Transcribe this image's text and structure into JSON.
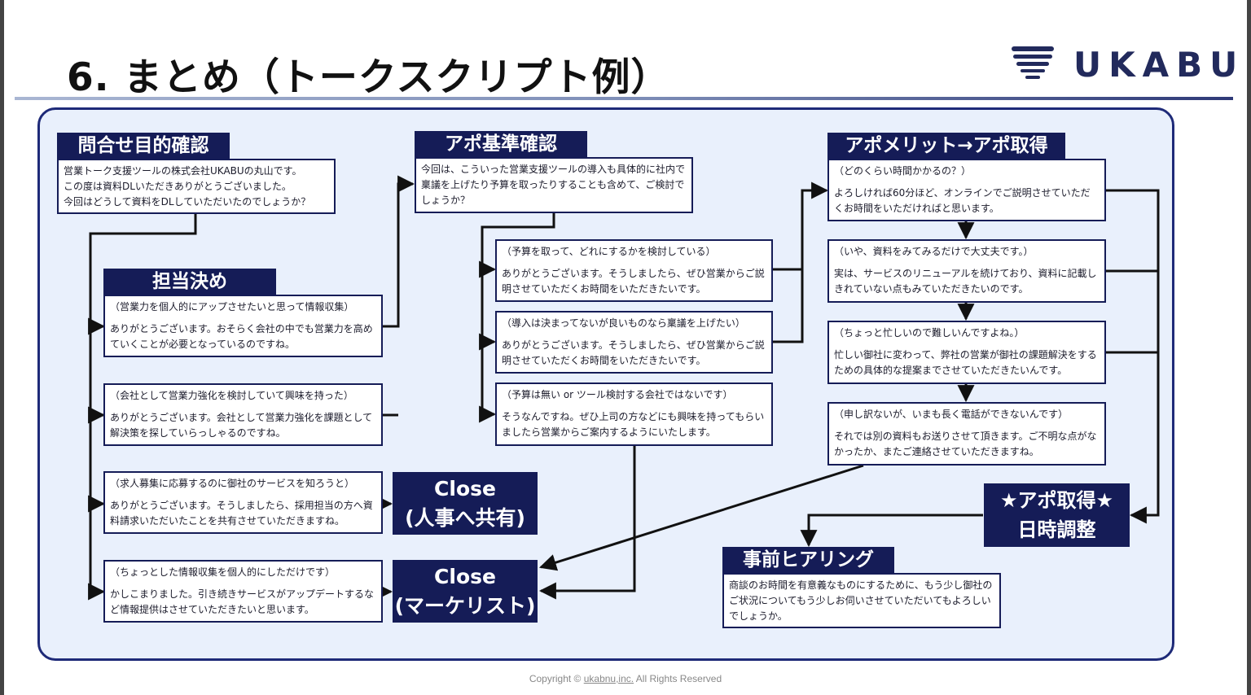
{
  "header": {
    "title": "6. まとめ（トークスクリプト例）",
    "logo_text": "UKABU"
  },
  "flow": {
    "inquiry": {
      "title": "問合せ目的確認",
      "lines": [
        "営業トーク支援ツールの株式会社UKABUの丸山です。",
        "この度は資料DLいただきありがとうございました。",
        "今回はどうして資料をDLしていただいたのでしょうか？"
      ]
    },
    "assign": {
      "title": "担当決め"
    },
    "assign_cases": [
      {
        "question": "（営業力を個人的にアップさせたいと思って情報収集）",
        "answer": "ありがとうございます。おそらく会社の中でも営業力を高めていくことが必要となっているのですね。"
      },
      {
        "question": "（会社として営業力強化を検討していて興味を持った）",
        "answer": "ありがとうございます。会社として営業力強化を課題として解決策を探していらっしゃるのですね。"
      },
      {
        "question": "（求人募集に応募するのに御社のサービスを知ろうと）",
        "answer": "ありがとうございます。そうしましたら、採用担当の方へ資料請求いただいたことを共有させていただきますね。"
      },
      {
        "question": "（ちょっとした情報収集を個人的にしただけです）",
        "answer": "かしこまりました。引き続きサービスがアップデートするなど情報提供はさせていただきたいと思います。"
      }
    ],
    "close_hr": {
      "line1": "Close",
      "line2": "(人事へ共有)"
    },
    "close_list": {
      "line1": "Close",
      "line2": "(マーケリスト)"
    },
    "criteria": {
      "title": "アポ基準確認",
      "text": "今回は、こういった営業支援ツールの導入も具体的に社内で稟議を上げたり予算を取ったりすることも含めて、ご検討でしょうか？"
    },
    "criteria_cases": [
      {
        "question": "（予算を取って、どれにするかを検討している）",
        "answer": "ありがとうございます。そうしましたら、ぜひ営業からご説明させていただくお時間をいただきたいです。"
      },
      {
        "question": "（導入は決まってないが良いものなら稟議を上げたい）",
        "answer": "ありがとうございます。そうしましたら、ぜひ営業からご説明させていただくお時間をいただきたいです。"
      },
      {
        "question": "（予算は無い or ツール検討する会社ではないです）",
        "answer": "そうなんですね。ぜひ上司の方などにも興味を持ってもらいましたら営業からご案内するようにいたします。"
      }
    ],
    "merit": {
      "title": "アポメリット→アポ取得"
    },
    "merit_cases": [
      {
        "question": "（どのくらい時間かかるの？）",
        "answer": "よろしければ60分ほど、オンラインでご説明させていただくお時間をいただければと思います。"
      },
      {
        "question": "（いや、資料をみてみるだけで大丈夫です。）",
        "answer": "実は、サービスのリニューアルを続けており、資料に記載しきれていない点もみていただきたいのです。"
      },
      {
        "question": "（ちょっと忙しいので難しいんですよね。）",
        "answer": "忙しい御社に変わって、弊社の営業が御社の課題解決をするための具体的な提案までさせていただきたいんです。"
      },
      {
        "question": "（申し訳ないが、いまも長く電話ができないんです）",
        "answer": "それでは別の資料もお送りさせて頂きます。ご不明な点がなかったか、またご連絡させていただきますね。"
      }
    ],
    "appt": {
      "line1": "★アポ取得★",
      "line2": "日時調整"
    },
    "hearing": {
      "title": "事前ヒアリング",
      "text": "商談のお時間を有意義なものにするために、もう少し御社のご状況についてもう少しお伺いさせていただいてもよろしいでしょうか。"
    }
  },
  "footer": {
    "prefix": "Copyright © ",
    "link": "ukabnu,inc.",
    "suffix": " All Rights Reserved"
  },
  "colors": {
    "navy": "#151c57",
    "panel_bg": "#e9f0fc",
    "panel_border": "#1e2a78"
  }
}
